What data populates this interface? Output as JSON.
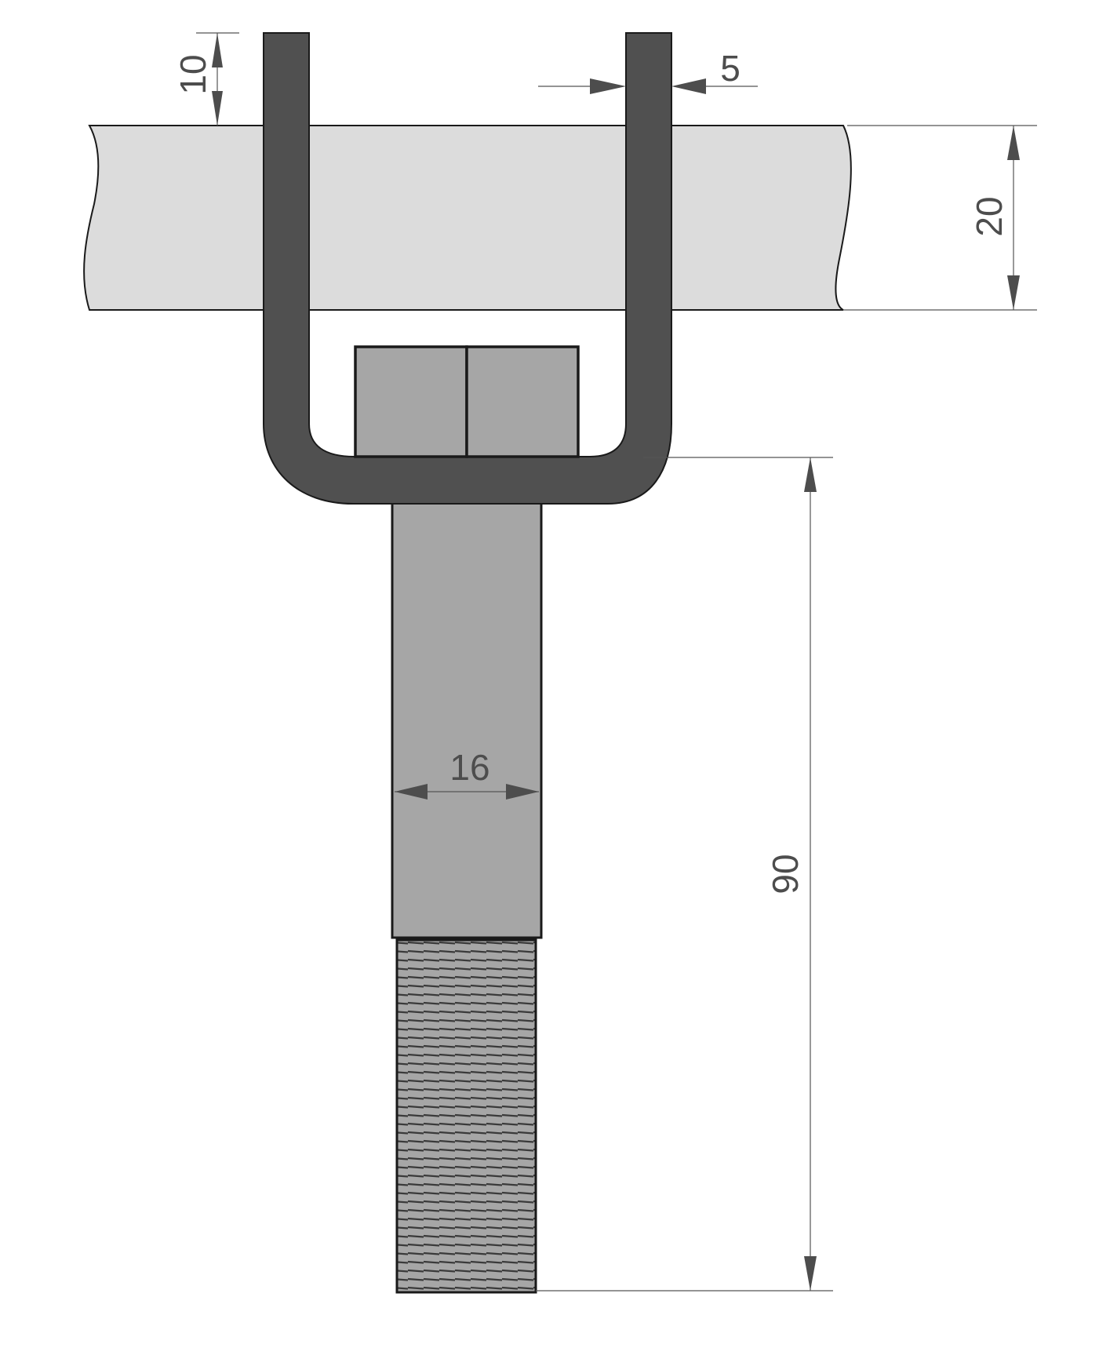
{
  "dimensions": {
    "leg_protrusion": "10",
    "leg_thickness": "5",
    "plank_thickness": "20",
    "shaft_width": "16",
    "shaft_length": "90"
  },
  "colors": {
    "u_bracket": "#505050",
    "plank": "#dcdcdc",
    "bolt": "#a6a6a6",
    "outline": "#1a1a1a"
  }
}
